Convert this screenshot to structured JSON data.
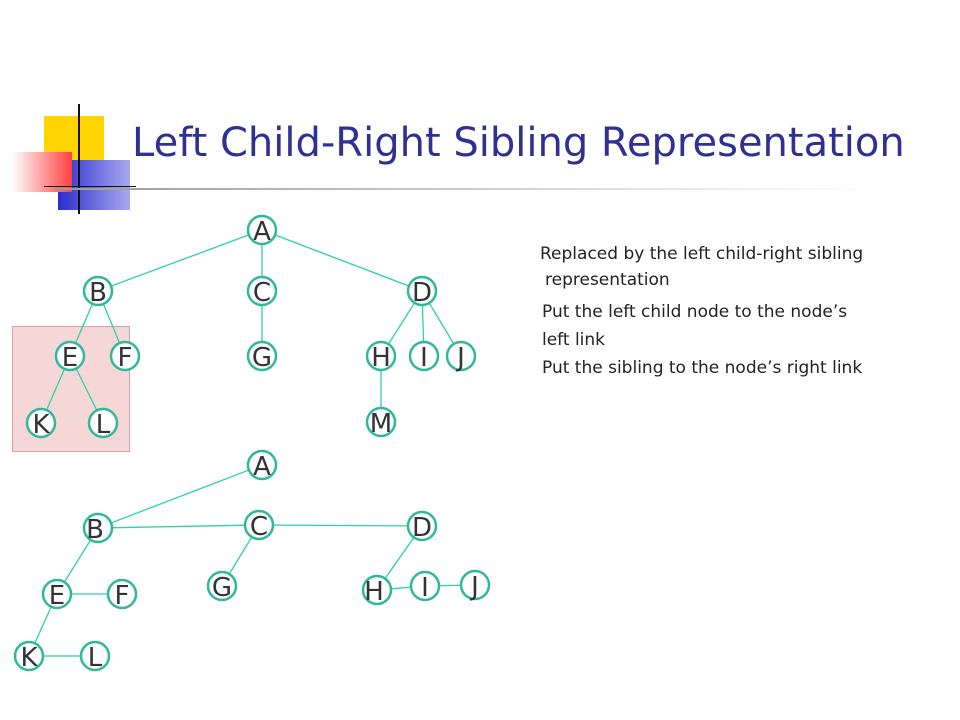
{
  "title": "Left Child-Right Sibling Representation",
  "notes": [
    "Replaced by the left child-right sibling",
    "representation",
    "Put the left child node to the node’s",
    "left link",
    "Put the sibling to the node’s right link"
  ],
  "colors": {
    "title": "#2e3192",
    "edge": "#2fd1a6",
    "node_ring": "#2fb89a",
    "highlight_fill": "#f6d7d7",
    "highlight_border": "#d9a0a0"
  },
  "tree_general": {
    "nodes": [
      "A",
      "B",
      "C",
      "D",
      "E",
      "F",
      "G",
      "H",
      "I",
      "J",
      "K",
      "L",
      "M"
    ],
    "edges": [
      [
        "A",
        "B"
      ],
      [
        "A",
        "C"
      ],
      [
        "A",
        "D"
      ],
      [
        "B",
        "E"
      ],
      [
        "B",
        "F"
      ],
      [
        "C",
        "G"
      ],
      [
        "D",
        "H"
      ],
      [
        "D",
        "I"
      ],
      [
        "D",
        "J"
      ],
      [
        "E",
        "K"
      ],
      [
        "E",
        "L"
      ],
      [
        "H",
        "M"
      ]
    ]
  },
  "tree_lcrs": {
    "nodes": [
      "A",
      "B",
      "C",
      "D",
      "E",
      "F",
      "G",
      "H",
      "I",
      "J",
      "K",
      "L"
    ],
    "edges": [
      [
        "A",
        "B"
      ],
      [
        "B",
        "C"
      ],
      [
        "C",
        "D"
      ],
      [
        "B",
        "E"
      ],
      [
        "E",
        "F"
      ],
      [
        "C",
        "G"
      ],
      [
        "D",
        "H"
      ],
      [
        "H",
        "I"
      ],
      [
        "I",
        "J"
      ],
      [
        "E",
        "K"
      ],
      [
        "K",
        "L"
      ]
    ]
  }
}
